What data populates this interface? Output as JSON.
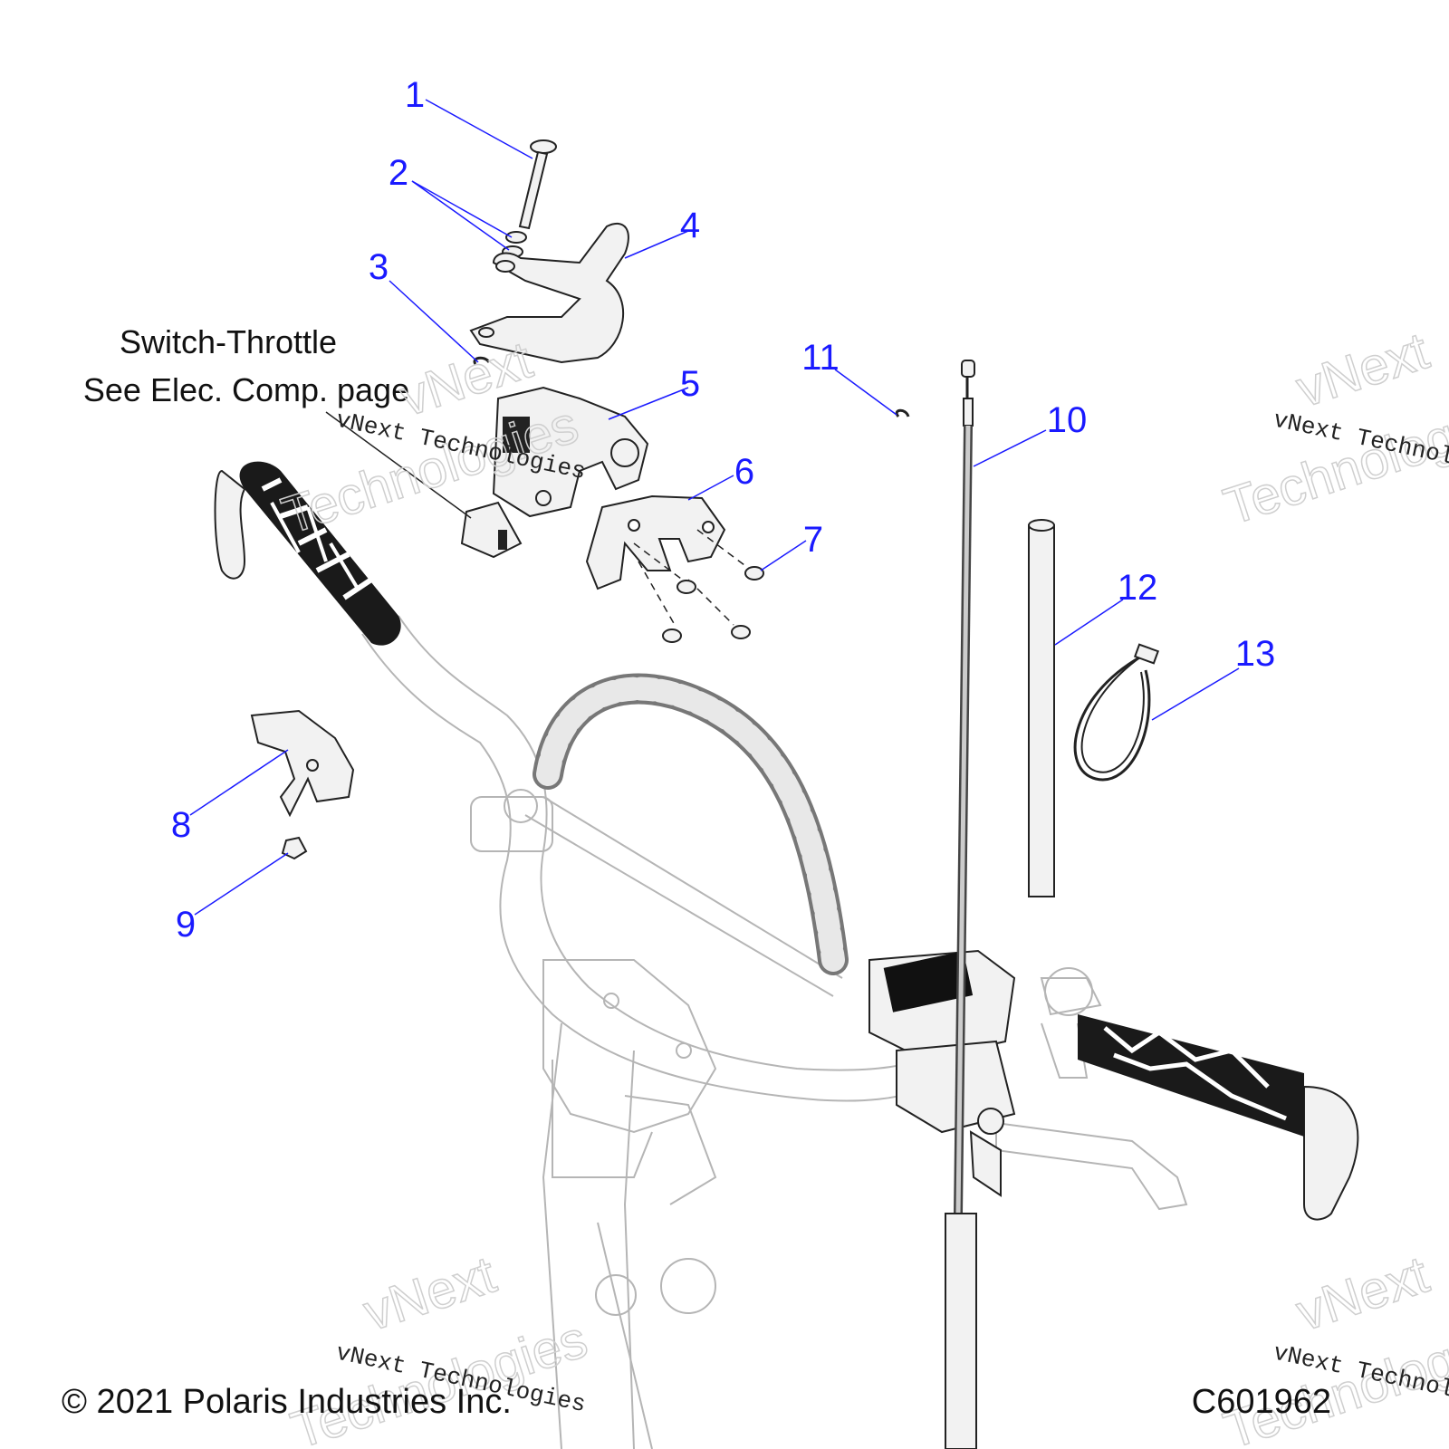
{
  "callouts": [
    "1",
    "2",
    "3",
    "4",
    "5",
    "6",
    "7",
    "8",
    "9",
    "10",
    "11",
    "12",
    "13"
  ],
  "note": {
    "line1": "Switch-Throttle",
    "line2": "See Elec. Comp. page"
  },
  "copyright": "© 2021 Polaris Industries Inc.",
  "figure_id": "C601962",
  "watermark": {
    "small": "vNext Technologies",
    "large_top": "vNext",
    "large_bottom": "Technologies"
  },
  "colors": {
    "callout": "#1a1aff",
    "line_art": "#222222",
    "ghost": "#b5b5b5"
  }
}
